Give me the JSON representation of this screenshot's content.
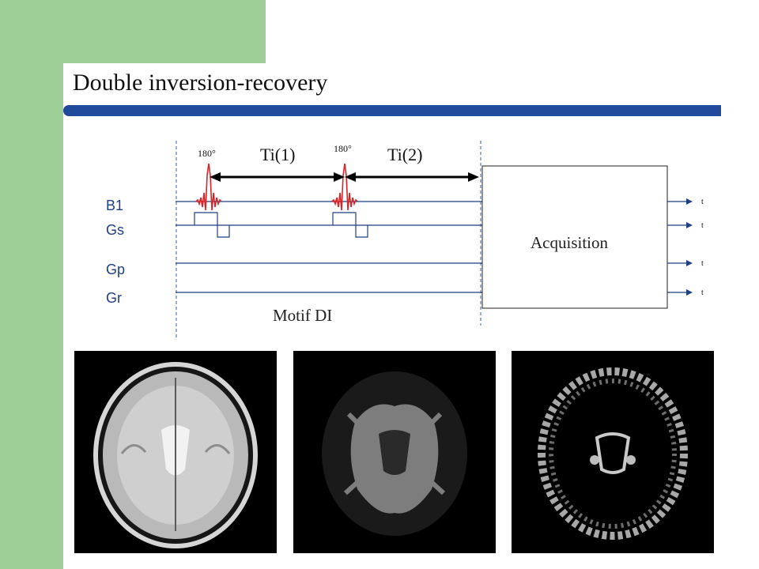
{
  "title": "Double inversion-recovery",
  "colors": {
    "accent_band": "#9ecf96",
    "title_rule": "#1f4a9c",
    "pulse": "#d9252a"
  },
  "diagram": {
    "channels": [
      "B1",
      "Gs",
      "Gp",
      "Gr"
    ],
    "pulse_labels": [
      "180°",
      "180°"
    ],
    "interval_labels": [
      "Ti(1)",
      "Ti(2)"
    ],
    "acquisition_label": "Acquisition",
    "motif_label": "Motif DI",
    "time_labels": [
      "t",
      "t",
      "t",
      "t"
    ]
  },
  "images": [
    {
      "name": "conventional-mri"
    },
    {
      "name": "white-matter-mri"
    },
    {
      "name": "gray-matter-mri"
    }
  ]
}
